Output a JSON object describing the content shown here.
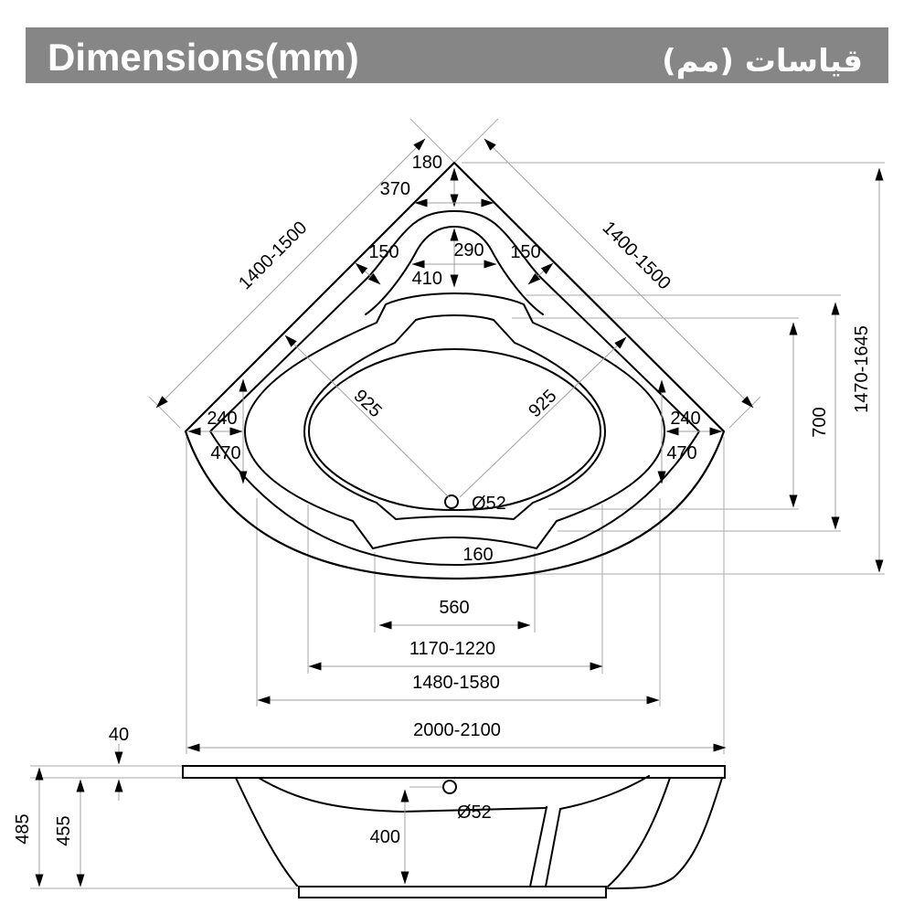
{
  "header": {
    "title_en": "Dimensions(mm)",
    "title_ar": "قياسات (مم)",
    "bg_color": "#868686",
    "text_color": "#ffffff"
  },
  "drawing": {
    "type": "corner-bathtub technical drawing, top view and front view",
    "line_color": "#000000",
    "dim_line_color": "#a0a0a0"
  },
  "top_view": {
    "dims": {
      "corner_gap": "180",
      "wall_width_at_headrest": "370",
      "headrest_inner_width": "290",
      "rim_offset_left": "150",
      "rim_offset_right": "150",
      "headrest_depth": "410",
      "corner_to_rim_left": "240",
      "corner_to_rim_right": "240",
      "corner_drop_left": "470",
      "corner_drop_right": "470",
      "drain_diag_left": "925",
      "drain_diag_right": "925",
      "drain_diameter": "Ø52",
      "front_apron": "160",
      "notch_width": "560",
      "basin_width": "1170-1220",
      "shell_width": "1480-1580",
      "overall_width": "2000-2100",
      "wall_left": "1400-1500",
      "wall_right": "1400-1500",
      "basin_depth_vert": "700",
      "overall_depth_vert": "1470-1645"
    }
  },
  "side_view": {
    "dims": {
      "rim_thickness": "40",
      "total_height": "485",
      "body_height": "455",
      "inner_depth": "400",
      "drain_diameter": "Ø52"
    }
  }
}
